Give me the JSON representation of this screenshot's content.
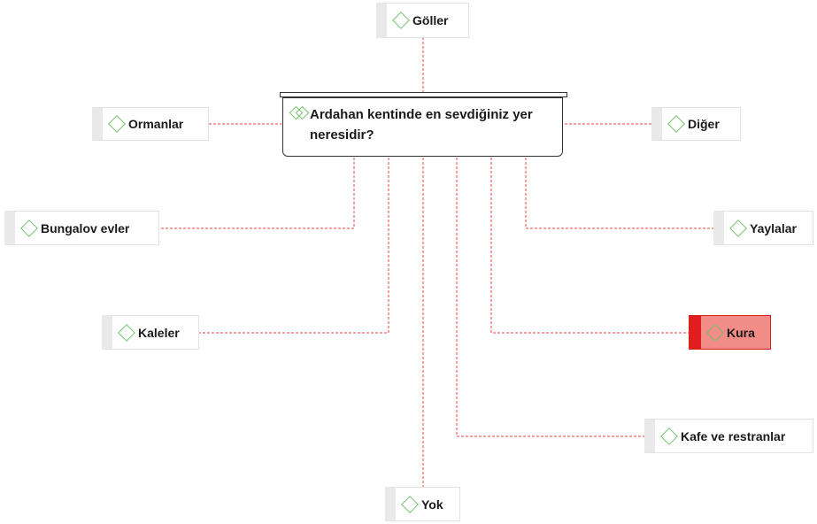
{
  "diagram": {
    "question": "Ardahan kentinde en sevdiğiniz yer neresidir?",
    "options": [
      {
        "id": "goller",
        "label": "Göller",
        "selected": false
      },
      {
        "id": "ormanlar",
        "label": "Ormanlar",
        "selected": false
      },
      {
        "id": "diger",
        "label": "Diğer",
        "selected": false
      },
      {
        "id": "bungalov-evler",
        "label": "Bungalov evler",
        "selected": false
      },
      {
        "id": "yaylalar",
        "label": "Yaylalar",
        "selected": false
      },
      {
        "id": "kaleler",
        "label": "Kaleler",
        "selected": false
      },
      {
        "id": "kura",
        "label": "Kura",
        "selected": true
      },
      {
        "id": "kafe-ve-restranlar",
        "label": "Kafe ve restranlar",
        "selected": false
      },
      {
        "id": "yok",
        "label": "Yok",
        "selected": false
      }
    ],
    "colors": {
      "connector": "#e8413c",
      "option_icon": "#74c16d",
      "selected_fill": "#f28c86",
      "selected_accent": "#e11e1e"
    },
    "icons": {
      "option": "diamond-icon",
      "question": "double-diamond-icon"
    }
  }
}
